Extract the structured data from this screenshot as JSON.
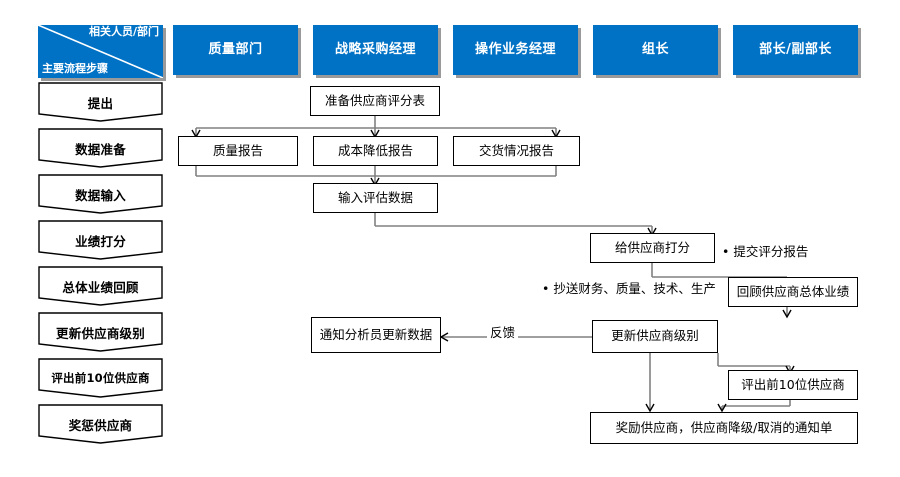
{
  "header": {
    "corner": {
      "top_label": "相关人员/部门",
      "bottom_label": "主要流程步骤"
    },
    "lanes": [
      {
        "label": "质量部门"
      },
      {
        "label": "战略采购经理"
      },
      {
        "label": "操作业务经理"
      },
      {
        "label": "组长"
      },
      {
        "label": "部长/副部长"
      }
    ],
    "accent_color": "#0072C6",
    "shadow_color": "#9a9a9a",
    "text_color": "#ffffff"
  },
  "sidebar": {
    "steps": [
      {
        "label": "提出"
      },
      {
        "label": "数据准备"
      },
      {
        "label": "数据输入"
      },
      {
        "label": "业绩打分"
      },
      {
        "label": "总体业绩回顾"
      },
      {
        "label": "更新供应商级别"
      },
      {
        "label": "评出前10位供应商"
      },
      {
        "label": "奖惩供应商"
      }
    ]
  },
  "flow": {
    "nodes": [
      {
        "id": "prepare-scorecard",
        "label": "准备供应商评分表"
      },
      {
        "id": "quality-report",
        "label": "质量报告"
      },
      {
        "id": "cost-reduction-report",
        "label": "成本降低报告"
      },
      {
        "id": "delivery-report",
        "label": "交货情况报告"
      },
      {
        "id": "input-eval-data",
        "label": "输入评估数据"
      },
      {
        "id": "score-supplier",
        "label": "给供应商打分"
      },
      {
        "id": "review-performance",
        "label": "回顾供应商总体业绩"
      },
      {
        "id": "notify-analyst",
        "label": "通知分析员更新数据"
      },
      {
        "id": "update-grade",
        "label": "更新供应商级别"
      },
      {
        "id": "top-10-suppliers",
        "label": "评出前10位供应商"
      },
      {
        "id": "reward-notice",
        "label": "奖励供应商，供应商降级/取消的通知单"
      }
    ],
    "notes": [
      {
        "id": "submit-score-report",
        "label": "• 提交评分报告"
      },
      {
        "id": "cc-departments",
        "label": "• 抄送财务、质量、技术、生产"
      }
    ],
    "edge_labels": [
      {
        "id": "feedback",
        "label": "反馈"
      }
    ],
    "connector_color": "#808080",
    "box_border_color": "#000000"
  }
}
